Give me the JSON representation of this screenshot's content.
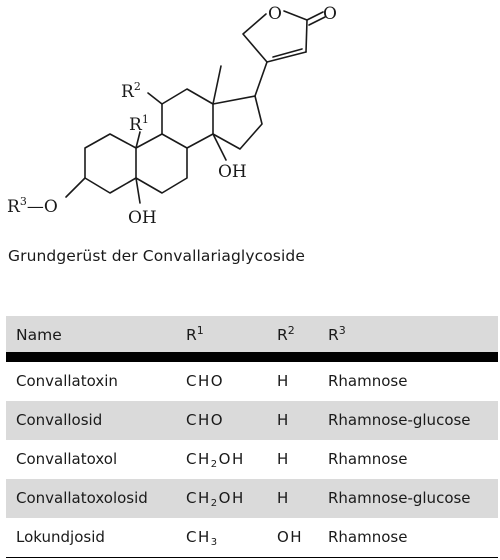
{
  "structure": {
    "labels": {
      "r2": "R",
      "r2_sup": "2",
      "r1": "R",
      "r1_sup": "1",
      "r3": "R",
      "r3_sup": "3",
      "r3_bond": "—O",
      "oh_c14": "OH",
      "oh_c5": "OH",
      "ring_o": "O",
      "carbonyl_o": "O"
    }
  },
  "caption": "Grundgerüst der Convallariaglycoside",
  "table": {
    "headers": {
      "name": "Name",
      "r1": "R",
      "r1_sup": "1",
      "r2": "R",
      "r2_sup": "2",
      "r3": "R",
      "r3_sup": "3"
    },
    "rows": [
      {
        "name": "Convallatoxin",
        "r1": "CHO",
        "r1_sub": "",
        "r1_tail": "",
        "r2": "H",
        "r3": "Rhamnose"
      },
      {
        "name": "Convallosid",
        "r1": "CHO",
        "r1_sub": "",
        "r1_tail": "",
        "r2": "H",
        "r3": "Rhamnose-glucose"
      },
      {
        "name": "Convallatoxol",
        "r1": "CH",
        "r1_sub": "2",
        "r1_tail": "OH",
        "r2": "H",
        "r3": "Rhamnose"
      },
      {
        "name": "Convallatoxolosid",
        "r1": "CH",
        "r1_sub": "2",
        "r1_tail": "OH",
        "r2": "H",
        "r3": "Rhamnose-glucose"
      },
      {
        "name": "Lokundjosid",
        "r1": "CH",
        "r1_sub": "3",
        "r1_tail": "",
        "r2": "OH",
        "r3": "Rhamnose"
      }
    ]
  }
}
